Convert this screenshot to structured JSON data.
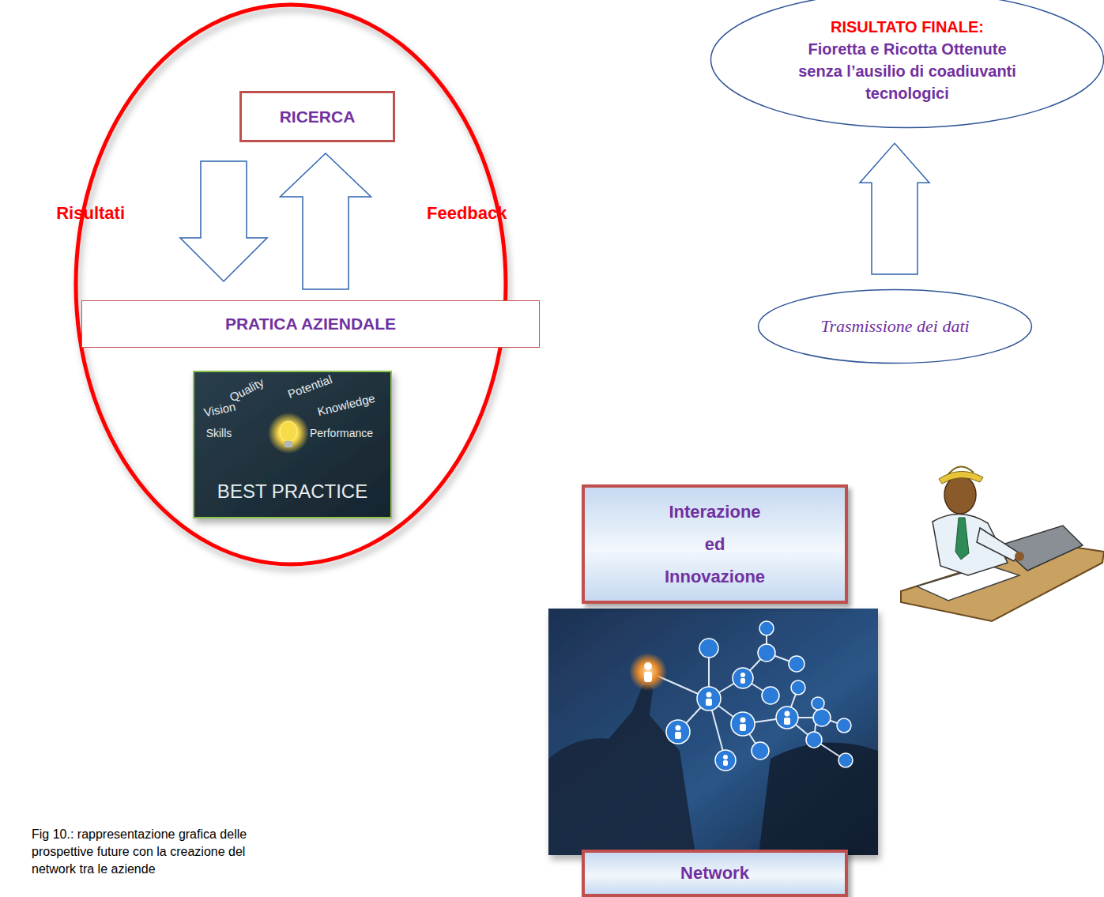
{
  "diagram": {
    "caption": "Fig 10.: rappresentazione grafica delle prospettive future con la creazione del network tra le aziende",
    "nodes": [
      {
        "text": [
          "RICERCA"
        ]
      },
      {
        "text": [
          "PRATICA AZIENDALE"
        ]
      },
      {
        "text": [
          "RISULTATO FINALE:",
          "Fioretta e Ricotta Ottenute senza l’ausilio di coadiuvanti tecnologici"
        ]
      },
      {
        "text": [
          "Trasmissione dei dati"
        ]
      },
      {
        "text": [
          "Interazione ed Innovazione"
        ]
      },
      {
        "text": [
          "Network"
        ]
      }
    ],
    "edges": [
      {
        "from": 0,
        "to": 1,
        "label": "Risultati",
        "arrow": "to"
      },
      {
        "from": 1,
        "to": 0,
        "label": "Feedback",
        "arrow": "to"
      },
      {
        "from": 3,
        "to": 2,
        "arrow": "to"
      }
    ],
    "labels": [
      "Quality",
      "Potential",
      "Vision",
      "Knowledge",
      "Skills",
      "Performance",
      "BEST PRACTICE"
    ]
  }
}
